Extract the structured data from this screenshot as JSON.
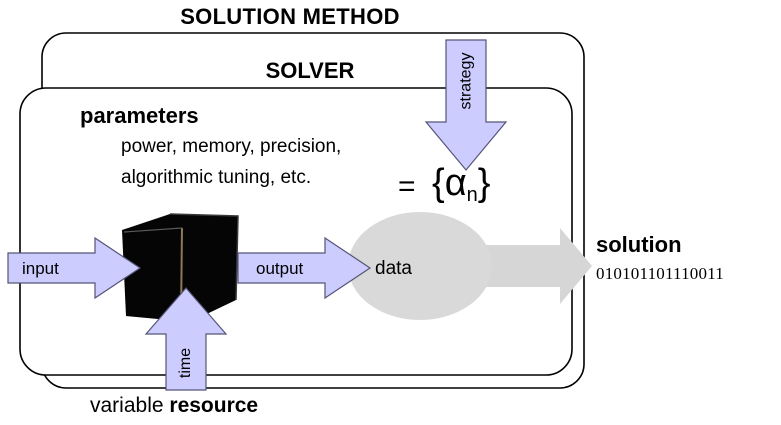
{
  "diagram": {
    "title": "SOLUTION METHOD",
    "inner_title": "SOLVER",
    "parameters": {
      "heading": "parameters",
      "line1": "power, memory, precision,",
      "line2": "algorithmic tuning, etc.",
      "equals": "=",
      "set_symbol": "{α",
      "set_subscript": "n",
      "set_close": "}"
    },
    "arrows": {
      "strategy": "strategy",
      "input": "input",
      "output": "output",
      "time": "time"
    },
    "data_label": "data",
    "solution": {
      "heading": "solution",
      "bits": "010101101110011"
    },
    "resource": {
      "prefix": "variable ",
      "bold": "resource"
    },
    "colors": {
      "arrow_fill": "#ccccff",
      "arrow_stroke": "#555577",
      "data_fill": "#d9d9d9",
      "box_fill": "#000000"
    }
  }
}
